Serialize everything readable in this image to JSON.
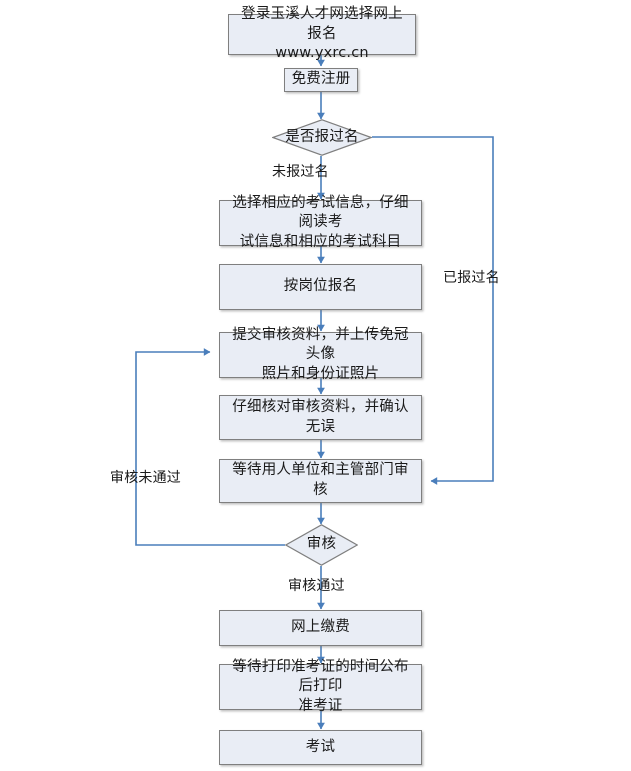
{
  "diagram": {
    "title_node": "登录玉溪人才网选择网上报名\nwww.yxrc.cn",
    "type": "flowchart",
    "colors": {
      "node_fill": "#e9edf5",
      "node_border": "#7f7f7f",
      "connector": "#4a7ebb",
      "text": "#1a1a1a",
      "background": "#ffffff"
    },
    "nodes": [
      {
        "id": "n1",
        "shape": "process",
        "text": "登录玉溪人才网选择网上报名\nwww.yxrc.cn"
      },
      {
        "id": "n2",
        "shape": "process",
        "text": "免费注册"
      },
      {
        "id": "d1",
        "shape": "decision",
        "text": "是否报过名"
      },
      {
        "id": "n3",
        "shape": "process",
        "text": "选择相应的考试信息，仔细阅读考\n试信息和相应的考试科目"
      },
      {
        "id": "n4",
        "shape": "process",
        "text": "按岗位报名"
      },
      {
        "id": "n5",
        "shape": "process",
        "text": "提交审核资料，并上传免冠头像\n照片和身份证照片"
      },
      {
        "id": "n6",
        "shape": "process",
        "text": "仔细核对审核资料，并确认无误"
      },
      {
        "id": "n7",
        "shape": "process",
        "text": "等待用人单位和主管部门审核"
      },
      {
        "id": "d2",
        "shape": "decision",
        "text": "审核"
      },
      {
        "id": "n8",
        "shape": "process",
        "text": "网上缴费"
      },
      {
        "id": "n9",
        "shape": "process",
        "text": "等待打印准考证的时间公布后打印\n准考证"
      },
      {
        "id": "n10",
        "shape": "process",
        "text": "考试"
      }
    ],
    "edge_labels": [
      {
        "id": "l1",
        "text": "未报过名"
      },
      {
        "id": "l2",
        "text": "已报过名"
      },
      {
        "id": "l3",
        "text": "审核未通过"
      },
      {
        "id": "l4",
        "text": "审核通过"
      }
    ]
  }
}
